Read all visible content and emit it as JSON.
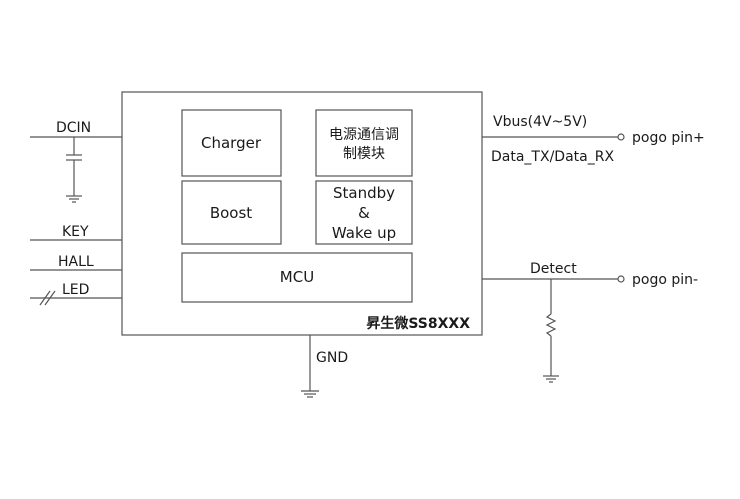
{
  "chip": {
    "name": "昇生微SS8XXX"
  },
  "blocks": {
    "charger": "Charger",
    "comm_line1": "电源通信调",
    "comm_line2": "制模块",
    "boost": "Boost",
    "standby_line1": "Standby",
    "standby_line2": "&",
    "standby_line3": "Wake up",
    "mcu": "MCU"
  },
  "left_pins": {
    "dcin": "DCIN",
    "key": "KEY",
    "hall": "HALL",
    "led": "LED"
  },
  "right_pins": {
    "vbus": "Vbus(4V~5V)",
    "data": "Data_TX/Data_RX",
    "pogo_plus": "pogo pin+",
    "detect": "Detect",
    "pogo_minus": "pogo pin-"
  },
  "bottom_pins": {
    "gnd": "GND"
  },
  "colors": {
    "line": "#555555",
    "text": "#1a1a1a"
  }
}
